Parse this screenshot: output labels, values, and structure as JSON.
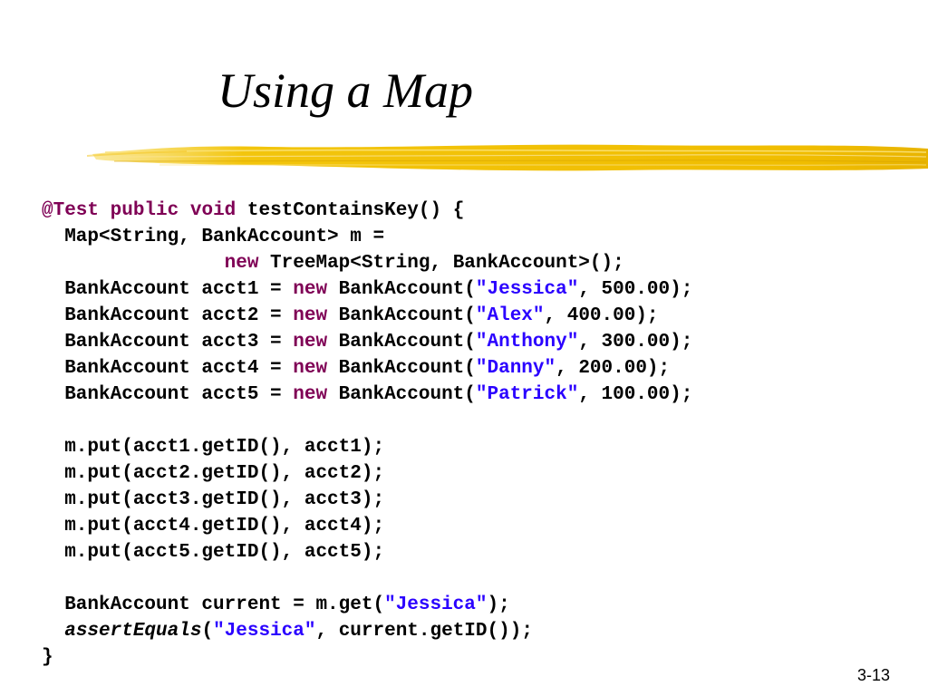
{
  "slide": {
    "title": "Using a Map",
    "slide_number": "3-13",
    "colors": {
      "keyword": "#7f0055",
      "string": "#2a00ff",
      "text": "#000000",
      "brush": "#f2c200"
    }
  },
  "code": {
    "lines": [
      [
        {
          "t": "@Test",
          "k": "annotation"
        },
        {
          "t": " "
        },
        {
          "t": "public",
          "k": "keyword"
        },
        {
          "t": " "
        },
        {
          "t": "void",
          "k": "keyword"
        },
        {
          "t": " testContainsKey() {"
        }
      ],
      [
        {
          "t": "  Map<String, BankAccount> m ="
        }
      ],
      [
        {
          "t": "                "
        },
        {
          "t": "new",
          "k": "keyword"
        },
        {
          "t": " TreeMap<String, BankAccount>();"
        }
      ],
      [
        {
          "t": "  BankAccount acct1 = "
        },
        {
          "t": "new",
          "k": "keyword"
        },
        {
          "t": " BankAccount("
        },
        {
          "t": "\"Jessica\"",
          "k": "string"
        },
        {
          "t": ", 500.00);"
        }
      ],
      [
        {
          "t": "  BankAccount acct2 = "
        },
        {
          "t": "new",
          "k": "keyword"
        },
        {
          "t": " BankAccount("
        },
        {
          "t": "\"Alex\"",
          "k": "string"
        },
        {
          "t": ", 400.00);"
        }
      ],
      [
        {
          "t": "  BankAccount acct3 = "
        },
        {
          "t": "new",
          "k": "keyword"
        },
        {
          "t": " BankAccount("
        },
        {
          "t": "\"Anthony\"",
          "k": "string"
        },
        {
          "t": ", 300.00);"
        }
      ],
      [
        {
          "t": "  BankAccount acct4 = "
        },
        {
          "t": "new",
          "k": "keyword"
        },
        {
          "t": " BankAccount("
        },
        {
          "t": "\"Danny\"",
          "k": "string"
        },
        {
          "t": ", 200.00);"
        }
      ],
      [
        {
          "t": "  BankAccount acct5 = "
        },
        {
          "t": "new",
          "k": "keyword"
        },
        {
          "t": " BankAccount("
        },
        {
          "t": "\"Patrick\"",
          "k": "string"
        },
        {
          "t": ", 100.00);"
        }
      ],
      [],
      [
        {
          "t": "  m.put(acct1.getID(), acct1);"
        }
      ],
      [
        {
          "t": "  m.put(acct2.getID(), acct2);"
        }
      ],
      [
        {
          "t": "  m.put(acct3.getID(), acct3);"
        }
      ],
      [
        {
          "t": "  m.put(acct4.getID(), acct4);"
        }
      ],
      [
        {
          "t": "  m.put(acct5.getID(), acct5);"
        }
      ],
      [],
      [
        {
          "t": "  BankAccount current = m.get("
        },
        {
          "t": "\"Jessica\"",
          "k": "string"
        },
        {
          "t": ");"
        }
      ],
      [
        {
          "t": "  "
        },
        {
          "t": "assertEquals",
          "k": "italic"
        },
        {
          "t": "("
        },
        {
          "t": "\"Jessica\"",
          "k": "string"
        },
        {
          "t": ", current.getID());"
        }
      ],
      [
        {
          "t": "}"
        }
      ]
    ]
  }
}
